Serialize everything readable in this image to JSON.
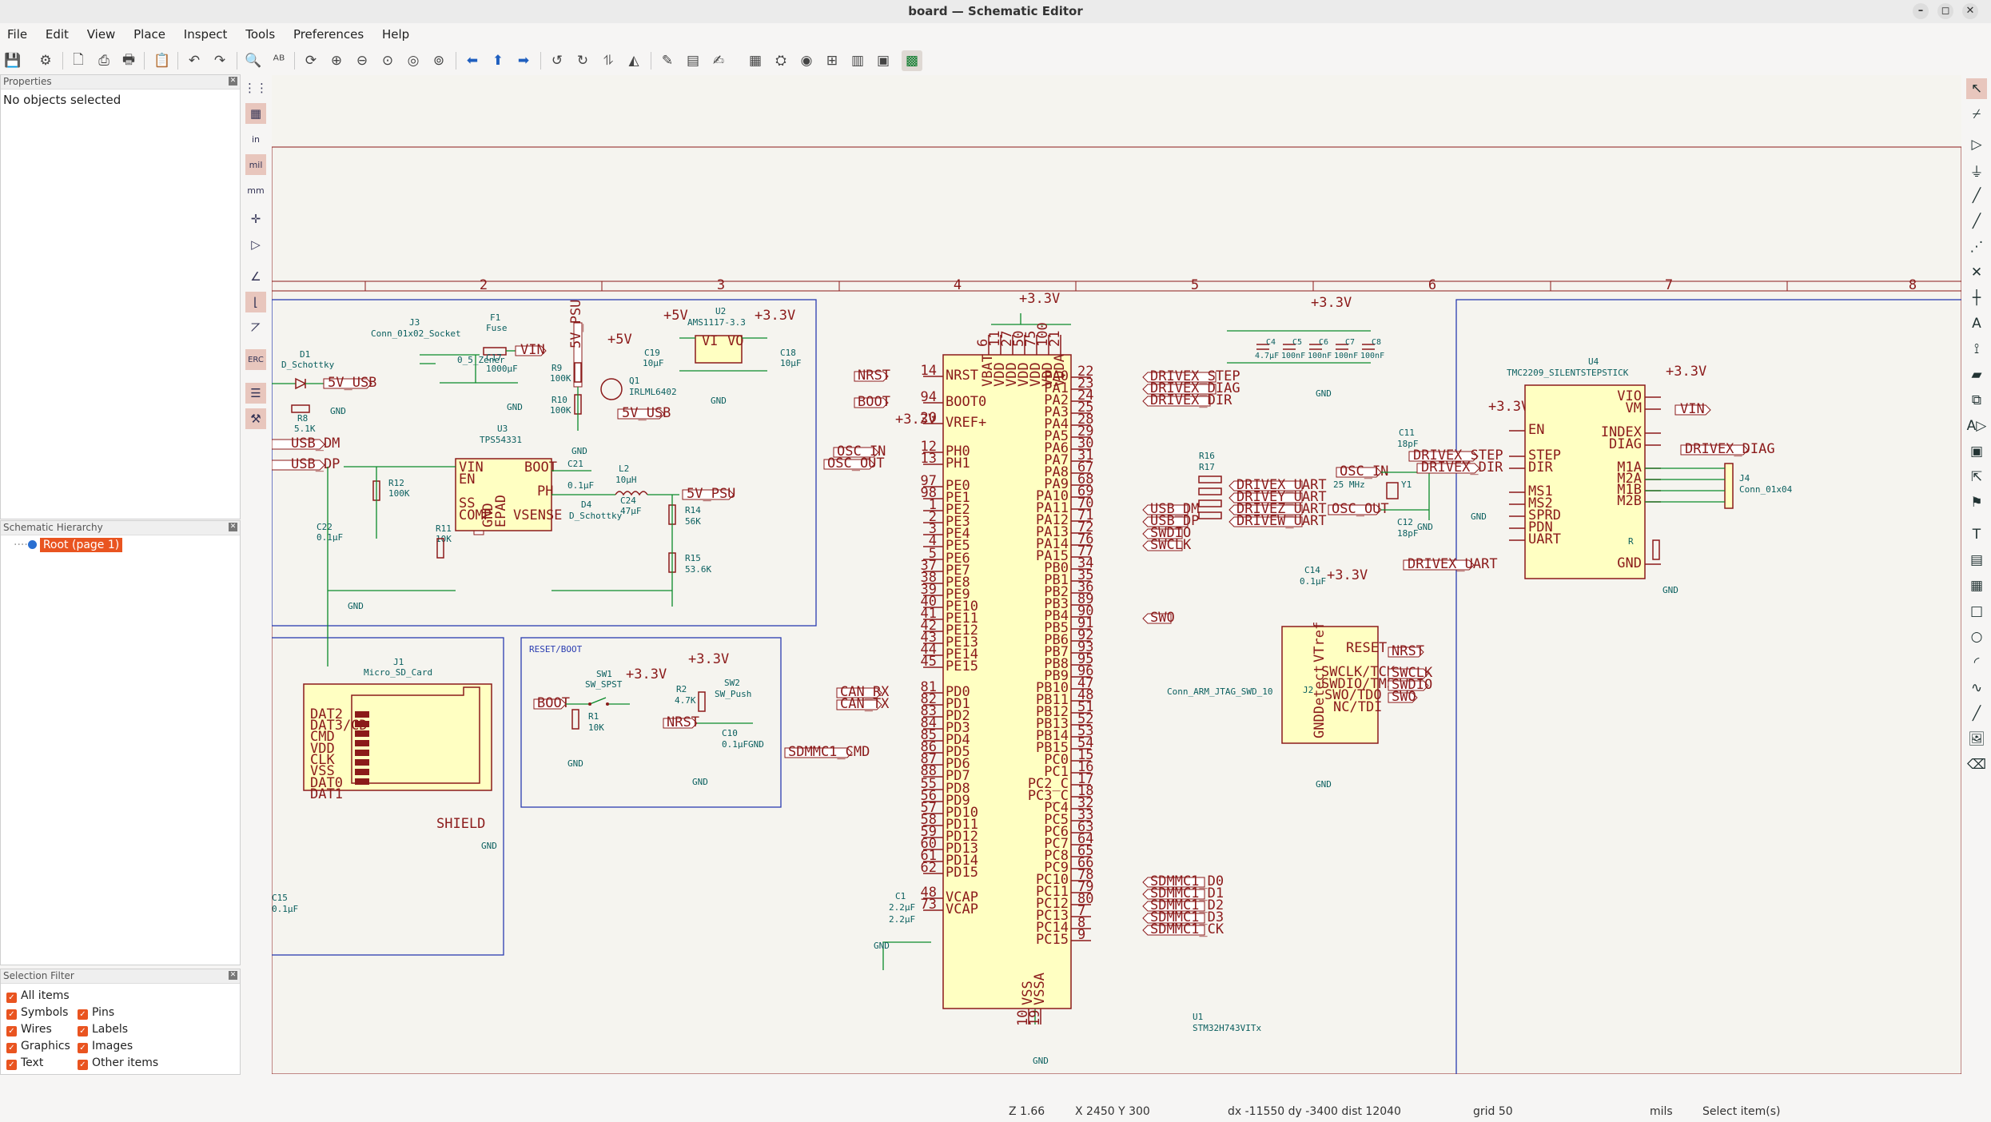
{
  "window": {
    "title": "board — Schematic Editor"
  },
  "menu": [
    "File",
    "Edit",
    "View",
    "Place",
    "Inspect",
    "Tools",
    "Preferences",
    "Help"
  ],
  "properties": {
    "title": "Properties",
    "empty_text": "No objects selected"
  },
  "hierarchy": {
    "title": "Schematic Hierarchy",
    "root": "Root (page 1)"
  },
  "selection_filter": {
    "title": "Selection Filter",
    "items": [
      "All items",
      "Pins",
      "Symbols",
      "Labels",
      "Wires",
      "Images",
      "Graphics",
      "Other items",
      "Text"
    ]
  },
  "status": {
    "zoom": "Z 1.66",
    "cursor": "X 2450  Y 300",
    "delta": "dx -11550  dy -3400  dist 12040",
    "grid": "grid 50",
    "units": "mils",
    "mode": "Select item(s)"
  },
  "units_toolbar": {
    "in": "in",
    "mil": "mil",
    "mm": "mm"
  },
  "sheet": {
    "border_numbers": [
      "2",
      "3",
      "4",
      "5",
      "6",
      "7",
      "8"
    ],
    "group_titles": {
      "reset": "RESET/BOOT"
    },
    "power": {
      "v33": "+3.3V",
      "v5": "+5V",
      "gnd": "GND"
    },
    "mcu": {
      "ref": "U1",
      "value": "STM32H743VITx",
      "left_pins": [
        {
          "num": "14",
          "name": "NRST"
        },
        {
          "num": "94",
          "name": "BOOT0"
        },
        {
          "num": "20",
          "name": "VREF+"
        },
        {
          "num": "12",
          "name": "PH0"
        },
        {
          "num": "13",
          "name": "PH1"
        },
        {
          "num": "97",
          "name": "PE0"
        },
        {
          "num": "98",
          "name": "PE1"
        },
        {
          "num": "1",
          "name": "PE2"
        },
        {
          "num": "2",
          "name": "PE3"
        },
        {
          "num": "3",
          "name": "PE4"
        },
        {
          "num": "4",
          "name": "PE5"
        },
        {
          "num": "5",
          "name": "PE6"
        },
        {
          "num": "37",
          "name": "PE7"
        },
        {
          "num": "38",
          "name": "PE8"
        },
        {
          "num": "39",
          "name": "PE9"
        },
        {
          "num": "40",
          "name": "PE10"
        },
        {
          "num": "41",
          "name": "PE11"
        },
        {
          "num": "42",
          "name": "PE12"
        },
        {
          "num": "43",
          "name": "PE13"
        },
        {
          "num": "44",
          "name": "PE14"
        },
        {
          "num": "45",
          "name": "PE15"
        },
        {
          "num": "81",
          "name": "PD0"
        },
        {
          "num": "82",
          "name": "PD1"
        },
        {
          "num": "83",
          "name": "PD2"
        },
        {
          "num": "84",
          "name": "PD3"
        },
        {
          "num": "85",
          "name": "PD4"
        },
        {
          "num": "86",
          "name": "PD5"
        },
        {
          "num": "87",
          "name": "PD6"
        },
        {
          "num": "88",
          "name": "PD7"
        },
        {
          "num": "55",
          "name": "PD8"
        },
        {
          "num": "56",
          "name": "PD9"
        },
        {
          "num": "57",
          "name": "PD10"
        },
        {
          "num": "58",
          "name": "PD11"
        },
        {
          "num": "59",
          "name": "PD12"
        },
        {
          "num": "60",
          "name": "PD13"
        },
        {
          "num": "61",
          "name": "PD14"
        },
        {
          "num": "62",
          "name": "PD15"
        },
        {
          "num": "48",
          "name": "VCAP"
        },
        {
          "num": "73",
          "name": "VCAP"
        }
      ],
      "right_pins": [
        {
          "num": "22",
          "name": "PA0"
        },
        {
          "num": "23",
          "name": "PA1"
        },
        {
          "num": "24",
          "name": "PA2"
        },
        {
          "num": "25",
          "name": "PA3"
        },
        {
          "num": "28",
          "name": "PA4"
        },
        {
          "num": "29",
          "name": "PA5"
        },
        {
          "num": "30",
          "name": "PA6"
        },
        {
          "num": "31",
          "name": "PA7"
        },
        {
          "num": "67",
          "name": "PA8"
        },
        {
          "num": "68",
          "name": "PA9"
        },
        {
          "num": "69",
          "name": "PA10"
        },
        {
          "num": "70",
          "name": "PA11"
        },
        {
          "num": "71",
          "name": "PA12"
        },
        {
          "num": "72",
          "name": "PA13"
        },
        {
          "num": "76",
          "name": "PA14"
        },
        {
          "num": "77",
          "name": "PA15"
        },
        {
          "num": "34",
          "name": "PB0"
        },
        {
          "num": "35",
          "name": "PB1"
        },
        {
          "num": "36",
          "name": "PB2"
        },
        {
          "num": "89",
          "name": "PB3"
        },
        {
          "num": "90",
          "name": "PB4"
        },
        {
          "num": "91",
          "name": "PB5"
        },
        {
          "num": "92",
          "name": "PB6"
        },
        {
          "num": "93",
          "name": "PB7"
        },
        {
          "num": "95",
          "name": "PB8"
        },
        {
          "num": "96",
          "name": "PB9"
        },
        {
          "num": "47",
          "name": "PB10"
        },
        {
          "num": "48",
          "name": "PB11"
        },
        {
          "num": "51",
          "name": "PB12"
        },
        {
          "num": "52",
          "name": "PB13"
        },
        {
          "num": "53",
          "name": "PB14"
        },
        {
          "num": "54",
          "name": "PB15"
        },
        {
          "num": "15",
          "name": "PC0"
        },
        {
          "num": "16",
          "name": "PC1"
        },
        {
          "num": "17",
          "name": "PC2_C"
        },
        {
          "num": "18",
          "name": "PC3_C"
        },
        {
          "num": "32",
          "name": "PC4"
        },
        {
          "num": "33",
          "name": "PC5"
        },
        {
          "num": "63",
          "name": "PC6"
        },
        {
          "num": "64",
          "name": "PC7"
        },
        {
          "num": "65",
          "name": "PC8"
        },
        {
          "num": "66",
          "name": "PC9"
        },
        {
          "num": "78",
          "name": "PC10"
        },
        {
          "num": "79",
          "name": "PC11"
        },
        {
          "num": "80",
          "name": "PC12"
        },
        {
          "num": "7",
          "name": "PC13"
        },
        {
          "num": "8",
          "name": "PC14"
        },
        {
          "num": "9",
          "name": "PC15"
        }
      ],
      "top_pins": [
        {
          "num": "6",
          "name": "VBAT"
        },
        {
          "num": "11",
          "name": "VDD"
        },
        {
          "num": "27",
          "name": "VDD"
        },
        {
          "num": "50",
          "name": "VDD"
        },
        {
          "num": "75",
          "name": "VDD"
        },
        {
          "num": "100",
          "name": "VDD"
        },
        {
          "num": "21",
          "name": "VDDA"
        }
      ],
      "bottom_pins": [
        {
          "num": "10",
          "name": "VSS"
        },
        {
          "num": "19",
          "name": "VSSA"
        }
      ]
    },
    "mcu_left_labels": [
      "NRST",
      "BOOT",
      "OSC_IN",
      "OSC_OUT",
      "CAN_RX",
      "CAN_TX",
      "SDMMC1_CMD"
    ],
    "mcu_right_labels": [
      "DRIVEX_STEP",
      "DRIVEX_DIAG",
      "DRIVEX_DIR",
      "DRIVEX_UART",
      "DRIVEY_UART",
      "DRIVEZ_UART",
      "DRIVEW_UART",
      "USB_DM",
      "USB_DP",
      "SWDIO",
      "SWCLK",
      "SWO",
      "SDMMC1_D0",
      "SDMMC1_D1",
      "SDMMC1_D2",
      "SDMMC1_D3",
      "SDMMC1_CK"
    ],
    "texts": {
      "j3": "J3",
      "j3v": "Conn_01x02_Socket",
      "f1": "F1",
      "f1v": "Fuse",
      "vin": "VIN",
      "d1": "D1",
      "d1v": "D_Schottky",
      "fivev_usb": "5V_USB",
      "r8": "R8",
      "r8v": "5.1K",
      "usb_dm": "USB_DM",
      "usb_dp": "USB_DP",
      "d2v": "0_5_Zener",
      "c17": "C17",
      "c17v": "1000µF",
      "r9": "R9",
      "r9v": "100K",
      "r10": "R10",
      "r10v": "100K",
      "q1": "Q1",
      "q1v": "IRLML6402",
      "u2": "U2",
      "u2v": "AMS1117-3.3",
      "c19": "C19",
      "c19v": "10µF",
      "c18": "C18",
      "c18v": "10µF",
      "u3": "U3",
      "u3v": "TPS54331",
      "r12": "R12",
      "r12v": "100K",
      "c22": "C22",
      "c22v": "0.1µF",
      "r11": "R11",
      "r11v": "10K",
      "c21": "C21",
      "c21v": "0.1µF",
      "l2": "L2",
      "l2v": "10µH",
      "fivev_psu": "5V_PSU",
      "d4": "D4",
      "d4v": "D_Schottky",
      "c24": "C24",
      "c24v": "47µF",
      "r14": "R14",
      "r14v": "56K",
      "r15": "R15",
      "r15v": "53.6K",
      "boot": "BOOT",
      "en": "EN",
      "ss": "SS",
      "comp": "COMP",
      "gndp": "GND",
      "epad": "EPAD",
      "vsense": "VSENSE",
      "ph": "PH",
      "vinpin": "VIN",
      "j1": "J1",
      "j1v": "Micro_SD_Card",
      "shield": "SHIELD",
      "c15": "C15",
      "c15v": "0.1µF",
      "sdpins": [
        "DAT2",
        "DAT3/CD",
        "CMD",
        "VDD",
        "CLK",
        "VSS",
        "DAT0",
        "DAT1"
      ],
      "sw1": "SW1",
      "sw1v": "SW_SPST",
      "r1": "R1",
      "r1v": "10K",
      "r2": "R2",
      "r2v": "4.7K",
      "sw2": "SW2",
      "sw2v": "SW_Push",
      "c10": "C10",
      "c10v": "0.1µF",
      "nrst": "NRST",
      "c1": "C1",
      "c1v": "2.2µF",
      "c2v": "2.2µF",
      "caps_top": [
        "C4",
        "C5",
        "C6",
        "C7",
        "C8"
      ],
      "caps_top_v": [
        "4.7µF",
        "100nF",
        "100nF",
        "100nF",
        "100nF"
      ],
      "r16": "R16",
      "r17": "R17",
      "c11": "C11",
      "c11v": "18pF",
      "y1": "Y1",
      "y1v": "25 MHz",
      "c12": "C12",
      "c12v": "18pF",
      "osc_in": "OSC_IN",
      "osc_out": "OSC_OUT",
      "c14": "C14",
      "c14v": "0.1µF",
      "j2": "J2",
      "j2v": "Conn_ARM_JTAG_SWD_10",
      "j2pins": [
        "RESET",
        "SWCLK/TCK",
        "SWDIO/TMS",
        "SWO/TDO",
        "NC/TDI"
      ],
      "vtref": "VTref",
      "gnddetect": "GNDDetect",
      "u4": "U4",
      "u4v": "TMC2209_SILENTSTEPSTICK",
      "j4": "J4",
      "j4v": "Conn_01x04",
      "u4left": [
        "EN",
        "STEP",
        "DIR",
        "MS1",
        "MS2",
        "SPRD",
        "PDN",
        "UART"
      ],
      "u4right": [
        "VIO",
        "VM",
        "INDEX",
        "DIAG",
        "M1A",
        "M2A",
        "M1B",
        "M2B",
        "GND"
      ],
      "r20v": "R"
    }
  }
}
